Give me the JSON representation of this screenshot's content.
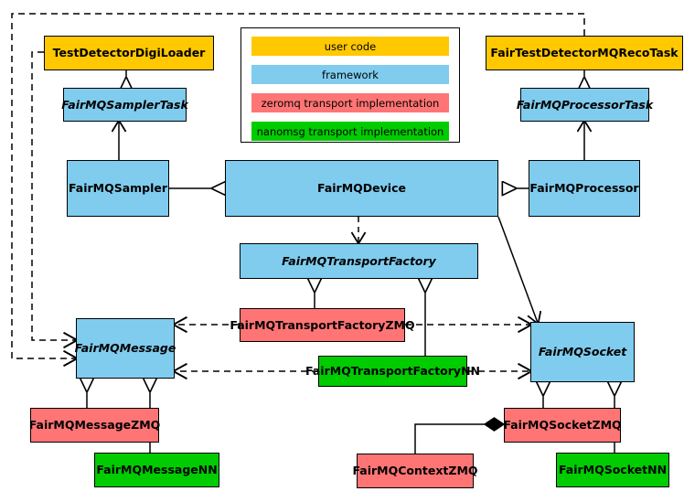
{
  "diagram": {
    "title": "FairMQ class diagram",
    "background": "#ffffff",
    "stroke": "#000000"
  },
  "palette": {
    "user_code": "#FFC800",
    "framework": "#7FCCEE",
    "zeromq": "#FF7575",
    "nanomsg": "#00CC00"
  },
  "legend": {
    "name": "legend",
    "items": [
      {
        "label": "user code",
        "color": "#FFC800"
      },
      {
        "label": "framework",
        "color": "#7FCCEE"
      },
      {
        "label": "zeromq transport implementation",
        "color": "#FF7575"
      },
      {
        "label": "nanomsg transport implementation",
        "color": "#00CC00"
      }
    ]
  },
  "nodes": {
    "test_detector_digi_loader": {
      "label": "TestDetectorDigiLoader",
      "category": "user code",
      "abstract": false
    },
    "fairmq_sampler_task": {
      "label": "FairMQSamplerTask",
      "category": "framework",
      "abstract": true
    },
    "fairmq_sampler": {
      "label": "FairMQSampler",
      "category": "framework",
      "abstract": false
    },
    "fairmq_device": {
      "label": "FairMQDevice",
      "category": "framework",
      "abstract": false
    },
    "fairmq_processor": {
      "label": "FairMQProcessor",
      "category": "framework",
      "abstract": false
    },
    "fairmq_processor_task": {
      "label": "FairMQProcessorTask",
      "category": "framework",
      "abstract": true
    },
    "fair_test_detector_mq_reco_task": {
      "label": "FairTestDetectorMQRecoTask",
      "category": "user code",
      "abstract": false
    },
    "fairmq_transport_factory": {
      "label": "FairMQTransportFactory",
      "category": "framework",
      "abstract": true
    },
    "fairmq_transport_factory_zmq": {
      "label": "FairMQTransportFactoryZMQ",
      "category": "zeromq",
      "abstract": false
    },
    "fairmq_transport_factory_nn": {
      "label": "FairMQTransportFactoryNN",
      "category": "nanomsg",
      "abstract": false
    },
    "fairmq_message": {
      "label": "FairMQMessage",
      "category": "framework",
      "abstract": true
    },
    "fairmq_socket": {
      "label": "FairMQSocket",
      "category": "framework",
      "abstract": true
    },
    "fairmq_message_zmq": {
      "label": "FairMQMessageZMQ",
      "category": "zeromq",
      "abstract": false
    },
    "fairmq_message_nn": {
      "label": "FairMQMessageNN",
      "category": "nanomsg",
      "abstract": false
    },
    "fairmq_socket_zmq": {
      "label": "FairMQSocketZMQ",
      "category": "zeromq",
      "abstract": false
    },
    "fairmq_socket_nn": {
      "label": "FairMQSocketNN",
      "category": "nanomsg",
      "abstract": false
    },
    "fairmq_context_zmq": {
      "label": "FairMQContextZMQ",
      "category": "zeromq",
      "abstract": false
    }
  },
  "edges": [
    {
      "from": "test_detector_digi_loader",
      "to": "fairmq_sampler_task",
      "type": "generalization"
    },
    {
      "from": "fairmq_sampler",
      "to": "fairmq_sampler_task",
      "type": "association"
    },
    {
      "from": "fairmq_sampler",
      "to": "fairmq_device",
      "type": "generalization"
    },
    {
      "from": "fair_test_detector_mq_reco_task",
      "to": "fairmq_processor_task",
      "type": "generalization"
    },
    {
      "from": "fairmq_processor",
      "to": "fairmq_processor_task",
      "type": "association"
    },
    {
      "from": "fairmq_processor",
      "to": "fairmq_device",
      "type": "generalization"
    },
    {
      "from": "fairmq_device",
      "to": "fairmq_transport_factory",
      "type": "dependency"
    },
    {
      "from": "fairmq_device",
      "to": "fairmq_socket",
      "type": "association"
    },
    {
      "from": "fairmq_transport_factory_zmq",
      "to": "fairmq_transport_factory",
      "type": "generalization"
    },
    {
      "from": "fairmq_transport_factory_nn",
      "to": "fairmq_transport_factory",
      "type": "generalization"
    },
    {
      "from": "fairmq_transport_factory_zmq",
      "to": "fairmq_message",
      "type": "dependency"
    },
    {
      "from": "fairmq_transport_factory_zmq",
      "to": "fairmq_socket",
      "type": "dependency"
    },
    {
      "from": "fairmq_transport_factory_nn",
      "to": "fairmq_message",
      "type": "dependency"
    },
    {
      "from": "fairmq_transport_factory_nn",
      "to": "fairmq_socket",
      "type": "dependency"
    },
    {
      "from": "test_detector_digi_loader",
      "to": "fairmq_message",
      "type": "dependency"
    },
    {
      "from": "fair_test_detector_mq_reco_task",
      "to": "fairmq_message",
      "type": "dependency"
    },
    {
      "from": "fairmq_message_zmq",
      "to": "fairmq_message",
      "type": "generalization"
    },
    {
      "from": "fairmq_message_nn",
      "to": "fairmq_message",
      "type": "generalization"
    },
    {
      "from": "fairmq_socket_zmq",
      "to": "fairmq_socket",
      "type": "generalization"
    },
    {
      "from": "fairmq_socket_nn",
      "to": "fairmq_socket",
      "type": "generalization"
    },
    {
      "from": "fairmq_context_zmq",
      "to": "fairmq_socket_zmq",
      "type": "composition"
    }
  ]
}
